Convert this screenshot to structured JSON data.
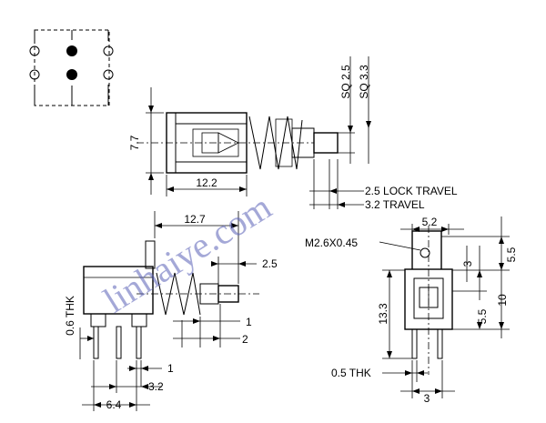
{
  "watermark": "linhaiye.com",
  "labels": {
    "sq25": "SQ 2.5",
    "sq33": "SQ 3.3",
    "h77": "7.7",
    "w122": "12.2",
    "lock": "2.5 LOCK TRAVEL",
    "travel": "3.2 TRAVEL",
    "w127": "12.7",
    "d25": "2.5",
    "thk06": "0.6 THK",
    "d1a": "1",
    "d2": "2",
    "d1b": "1",
    "d32": "3.2",
    "d64": "6.4",
    "d52": "5.2",
    "m26": "M2.6X0.45",
    "d55a": "5.5",
    "d3a": "3",
    "d133": "13.3",
    "d10": "10",
    "d55b": "5.5",
    "thk05": "0.5 THK",
    "d3b": "3"
  }
}
